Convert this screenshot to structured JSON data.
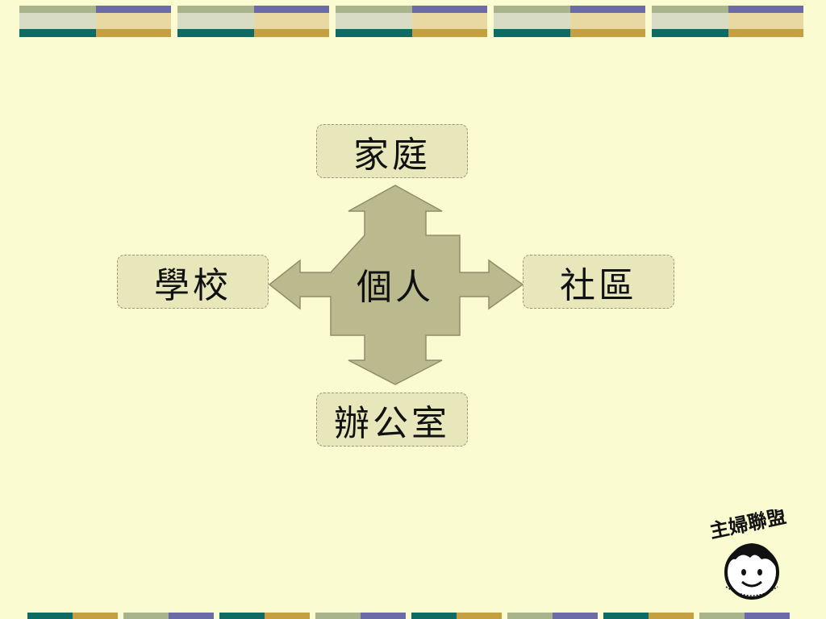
{
  "slide": {
    "center_label": "個人",
    "nodes": {
      "top": "家庭",
      "right": "社區",
      "bottom": "辦公室",
      "left": "學校"
    }
  },
  "logo": {
    "title": "主婦聯盟"
  },
  "colors": {
    "background": "#fbfbd2",
    "node_fill": "#e7e7bb",
    "arrow_fill": "#baba8e",
    "banner_blue": "#6b6ba8",
    "banner_teal": "#0e6b63",
    "banner_gold": "#c4a043",
    "banner_sage": "#a9b38c"
  },
  "icons": [
    "four-way-arrow-icon",
    "logo-emblem-icon"
  ]
}
